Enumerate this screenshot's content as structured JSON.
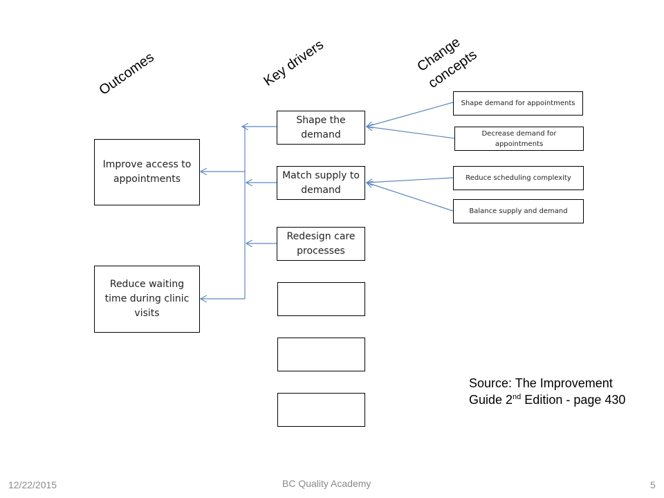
{
  "headings": {
    "outcomes": "Outcomes",
    "key_drivers": "Key drivers",
    "change_concepts_line1": "Change",
    "change_concepts_line2": "concepts"
  },
  "outcomes": [
    {
      "label": "Improve access to appointments"
    },
    {
      "label": "Reduce waiting time during clinic visits"
    }
  ],
  "drivers": [
    {
      "label": "Shape the demand"
    },
    {
      "label": "Match supply to demand"
    },
    {
      "label": "Redesign care processes"
    },
    {
      "label": ""
    },
    {
      "label": ""
    },
    {
      "label": ""
    }
  ],
  "concepts": [
    {
      "label": "Shape demand for appointments"
    },
    {
      "label": "Decrease demand for appointments"
    },
    {
      "label": "Reduce scheduling complexity"
    },
    {
      "label": "Balance supply and demand"
    }
  ],
  "source": {
    "text_before": "Source: The Improvement Guide 2",
    "superscript": "nd",
    "text_after": " Edition - page 430"
  },
  "footer": {
    "date": "12/22/2015",
    "center": "BC Quality Academy",
    "page": "5"
  },
  "colors": {
    "connector": "#5b87c0"
  }
}
